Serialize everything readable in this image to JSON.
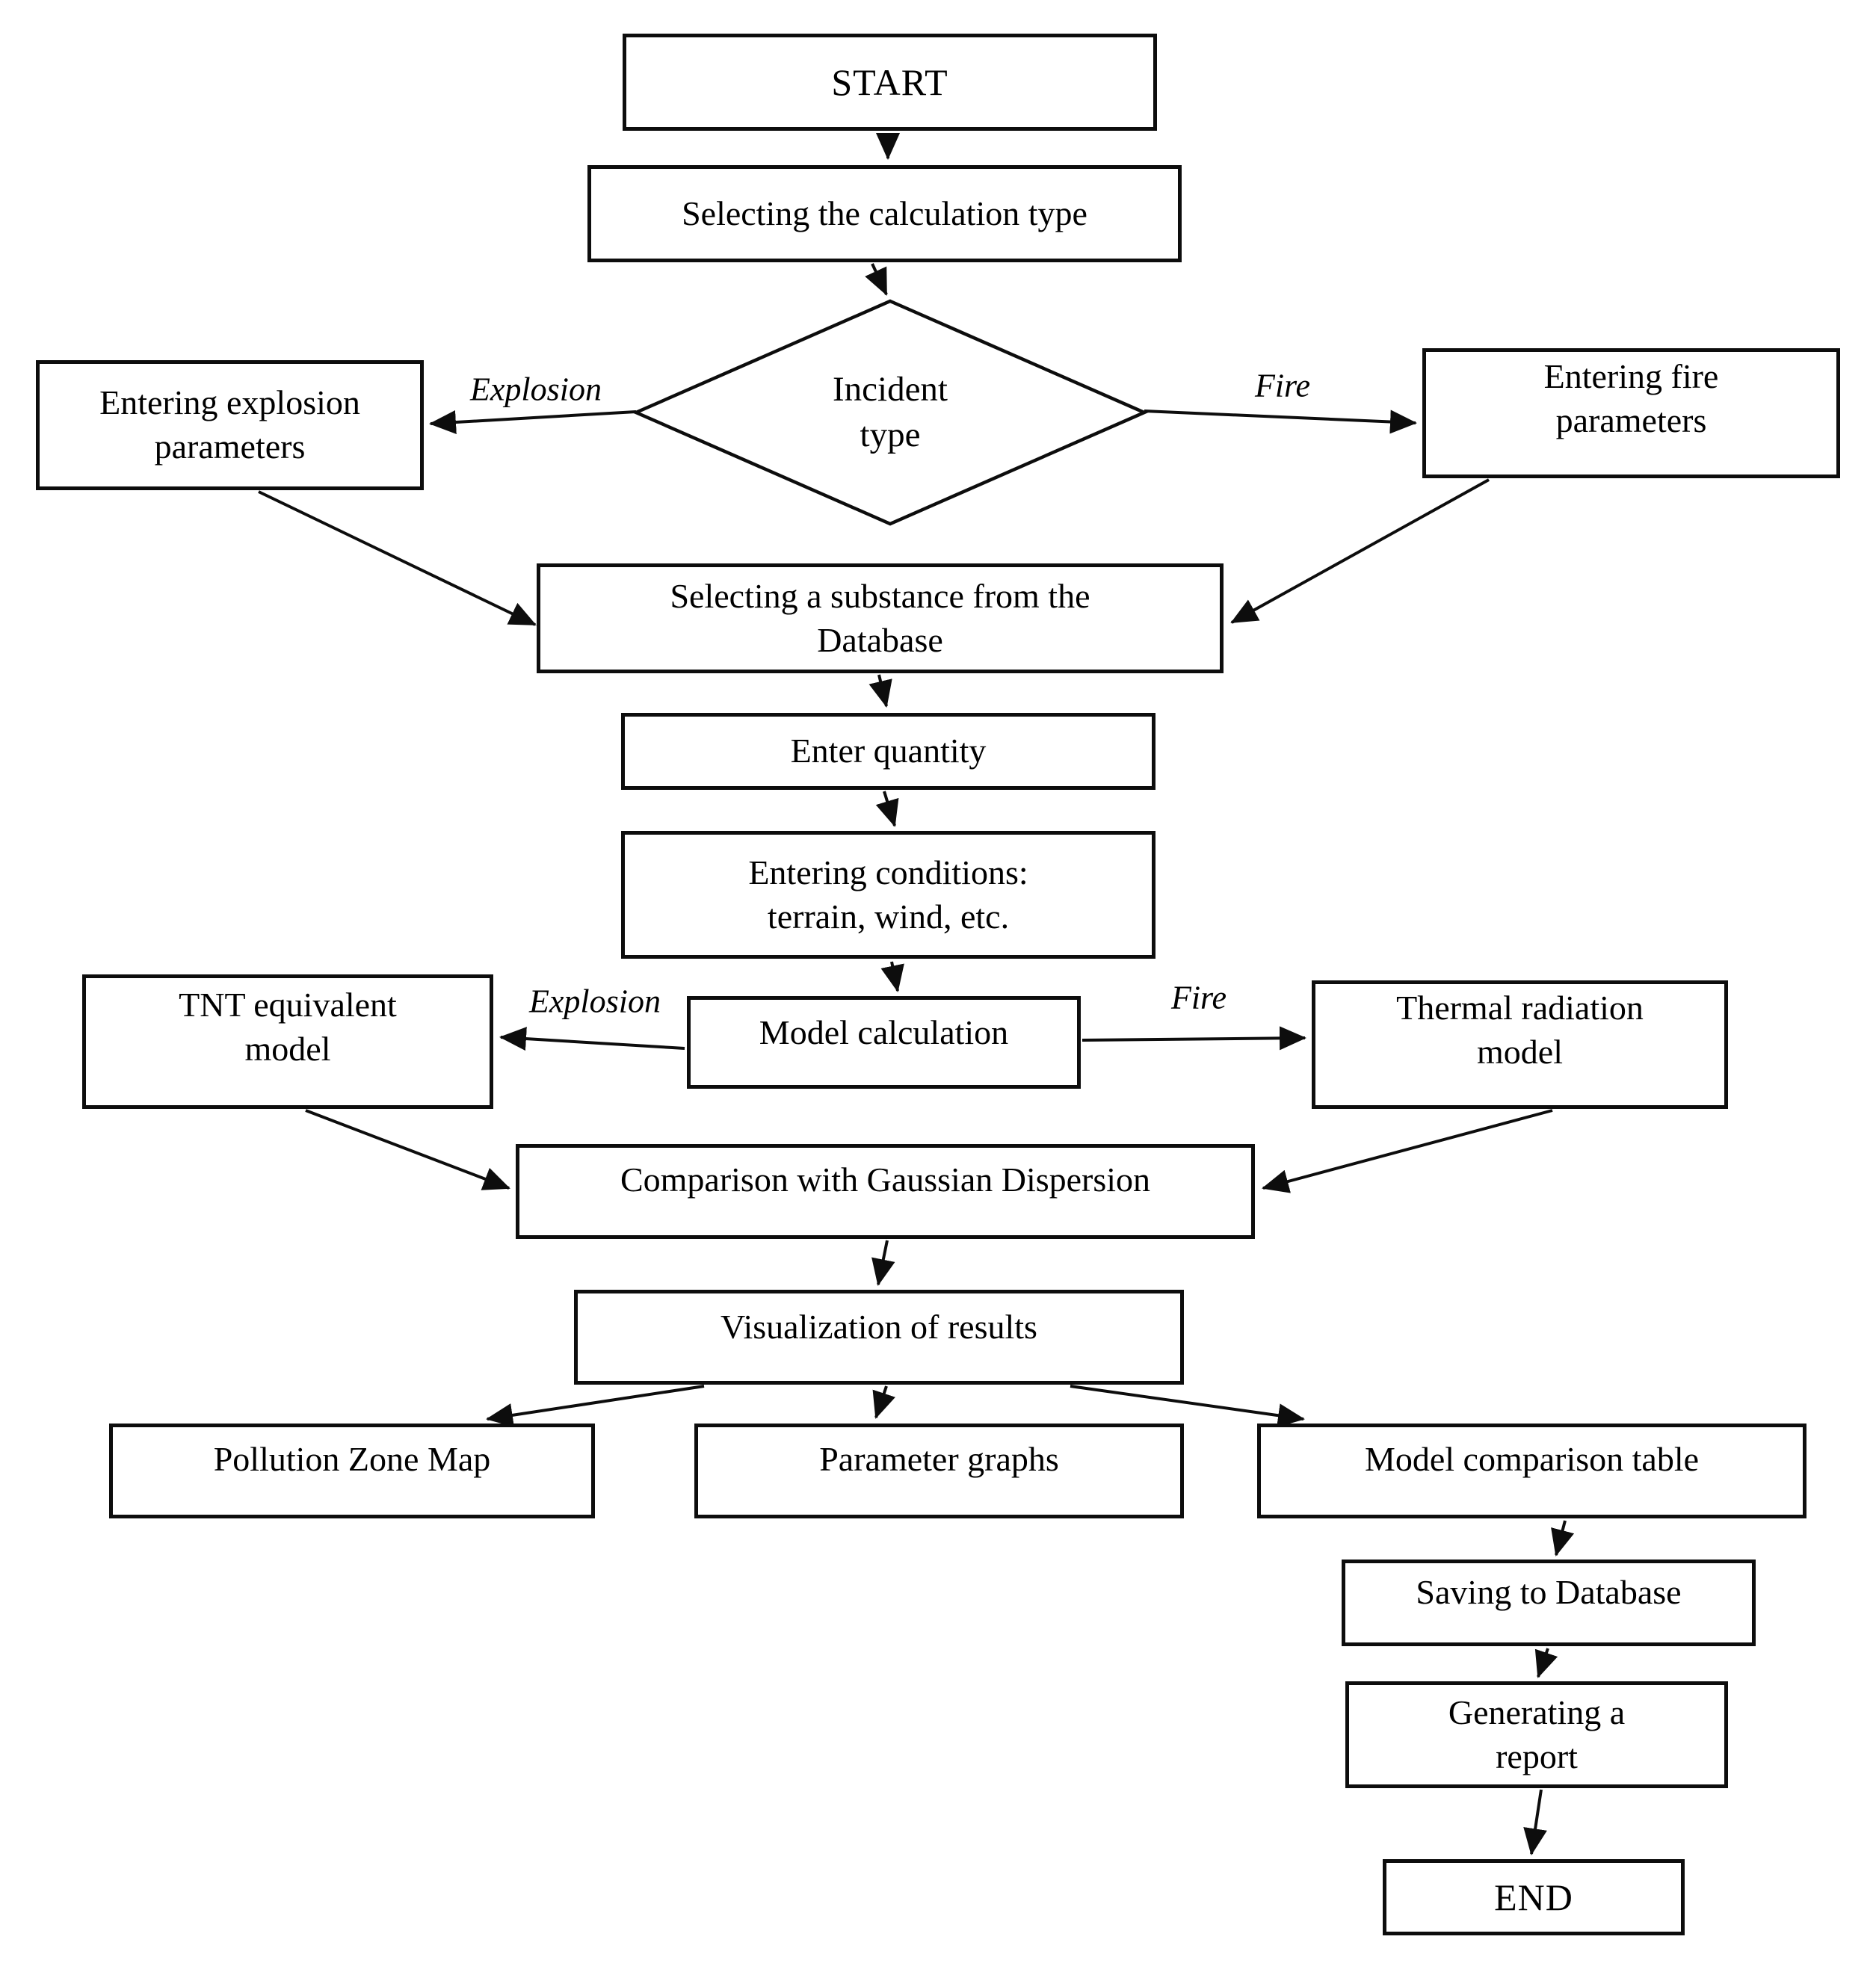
{
  "colors": {
    "ink": "#0d0d0d",
    "paper": "#ffffff"
  },
  "nodes": {
    "start": {
      "label": "START"
    },
    "calc_type": {
      "label": "Selecting the calculation type"
    },
    "incident": {
      "lines": [
        "Incident",
        "type"
      ]
    },
    "explosion_params": {
      "lines": [
        "Entering explosion",
        "parameters"
      ]
    },
    "fire_params": {
      "lines": [
        "Entering fire",
        "parameters"
      ]
    },
    "substance": {
      "lines": [
        "Selecting a substance from the",
        "Database"
      ]
    },
    "quantity": {
      "label": "Enter quantity"
    },
    "conditions": {
      "lines": [
        "Entering conditions:",
        "terrain, wind, etc."
      ]
    },
    "model_calc": {
      "label": "Model calculation"
    },
    "tnt": {
      "lines": [
        "TNT equivalent",
        "model"
      ]
    },
    "thermal": {
      "lines": [
        "Thermal radiation",
        "model"
      ]
    },
    "comparison": {
      "label": "Comparison with Gaussian Dispersion"
    },
    "visualization": {
      "label": "Visualization of results"
    },
    "pollution_map": {
      "label": "Pollution Zone Map"
    },
    "parameter_graphs": {
      "label": "Parameter graphs"
    },
    "comparison_table": {
      "label": "Model comparison table"
    },
    "saving": {
      "label": "Saving to Database"
    },
    "report": {
      "lines": [
        "Generating a",
        "report"
      ]
    },
    "end": {
      "label": "END"
    }
  },
  "edge_labels": {
    "explosion_upper": "Explosion",
    "fire_upper": "Fire",
    "explosion_lower": "Explosion",
    "fire_lower": "Fire"
  },
  "edges": [
    {
      "from": "start",
      "to": "calc_type"
    },
    {
      "from": "calc_type",
      "to": "incident"
    },
    {
      "from": "incident",
      "to": "explosion_params",
      "label": "Explosion"
    },
    {
      "from": "incident",
      "to": "fire_params",
      "label": "Fire"
    },
    {
      "from": "explosion_params",
      "to": "substance"
    },
    {
      "from": "fire_params",
      "to": "substance"
    },
    {
      "from": "substance",
      "to": "quantity"
    },
    {
      "from": "quantity",
      "to": "conditions"
    },
    {
      "from": "conditions",
      "to": "model_calc"
    },
    {
      "from": "model_calc",
      "to": "tnt",
      "label": "Explosion"
    },
    {
      "from": "model_calc",
      "to": "thermal",
      "label": "Fire"
    },
    {
      "from": "tnt",
      "to": "comparison"
    },
    {
      "from": "thermal",
      "to": "comparison"
    },
    {
      "from": "comparison",
      "to": "visualization"
    },
    {
      "from": "visualization",
      "to": "pollution_map"
    },
    {
      "from": "visualization",
      "to": "parameter_graphs"
    },
    {
      "from": "visualization",
      "to": "comparison_table"
    },
    {
      "from": "comparison_table",
      "to": "saving"
    },
    {
      "from": "saving",
      "to": "report"
    },
    {
      "from": "report",
      "to": "end"
    }
  ]
}
